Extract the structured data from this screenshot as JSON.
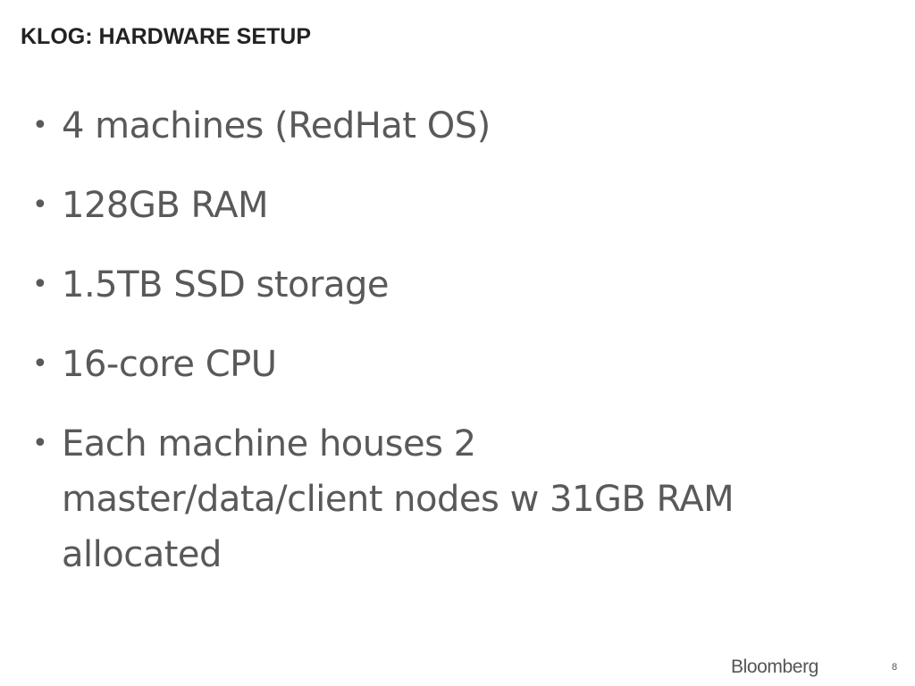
{
  "slide": {
    "title": "KLOG: HARDWARE SETUP",
    "bullet_symbol": "•",
    "bullets": [
      "4 machines (RedHat OS)",
      "128GB RAM",
      "1.5TB SSD storage",
      "16-core CPU",
      "Each machine houses 2 master/data/client nodes w 31GB RAM allocated"
    ]
  },
  "footer": {
    "logo_text": "Bloomberg",
    "page_number": "8"
  }
}
